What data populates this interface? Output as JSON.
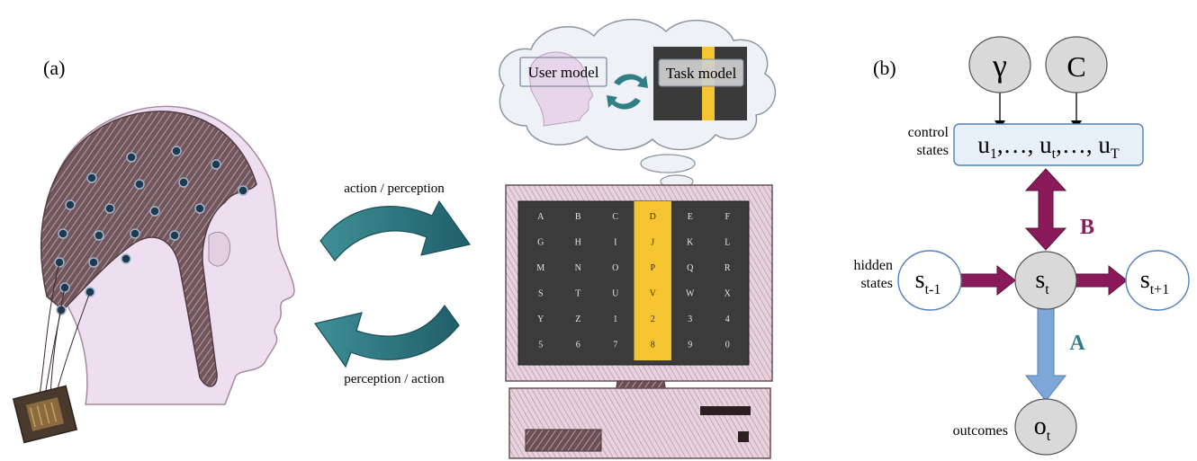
{
  "panel_a": {
    "label": "(a)",
    "arrow_top_label": "action / perception",
    "arrow_bottom_label": "perception / action",
    "thought": {
      "user_model": "User model",
      "task_model": "Task model"
    },
    "speller_grid": [
      [
        "A",
        "B",
        "C",
        "D",
        "E",
        "F"
      ],
      [
        "G",
        "H",
        "I",
        "J",
        "K",
        "L"
      ],
      [
        "M",
        "N",
        "O",
        "P",
        "Q",
        "R"
      ],
      [
        "S",
        "T",
        "U",
        "V",
        "W",
        "X"
      ],
      [
        "Y",
        "Z",
        "1",
        "2",
        "3",
        "4"
      ],
      [
        "5",
        "6",
        "7",
        "8",
        "9",
        "0"
      ]
    ],
    "highlighted_column": 3,
    "colors": {
      "highlight": "#f4c531",
      "grid_bg": "#3b3b3b",
      "arrow": "#2f7f86",
      "skin": "#eddff0",
      "cap": "#7b5a5e"
    }
  },
  "panel_b": {
    "label": "(b)",
    "nodes": {
      "gamma": "γ",
      "C": "C",
      "s_prev": {
        "base": "s",
        "sub": "t-1"
      },
      "s_t": {
        "base": "s",
        "sub": "t"
      },
      "s_next": {
        "base": "s",
        "sub": "t+1"
      },
      "o_t": {
        "base": "o",
        "sub": "t"
      }
    },
    "control_box": [
      {
        "base": "u",
        "sub": "1"
      },
      {
        "text": ",…, "
      },
      {
        "base": "u",
        "sub": "t"
      },
      {
        "text": ",…, "
      },
      {
        "base": "u",
        "sub": "T"
      }
    ],
    "labels": {
      "control_line1": "control",
      "control_line2": "states",
      "hidden_line1": "hidden",
      "hidden_line2": "states",
      "outcomes": "outcomes",
      "B": "B",
      "A": "A"
    },
    "colors": {
      "node_fill": "#d9d9d9",
      "box_fill": "#e8f0f7",
      "box_stroke": "#4f81bd",
      "arrow_B": "#8b1a5a",
      "arrow_A": "#7ea7d8",
      "label_B": "#8b1a5a",
      "label_A": "#2f7f86"
    }
  }
}
